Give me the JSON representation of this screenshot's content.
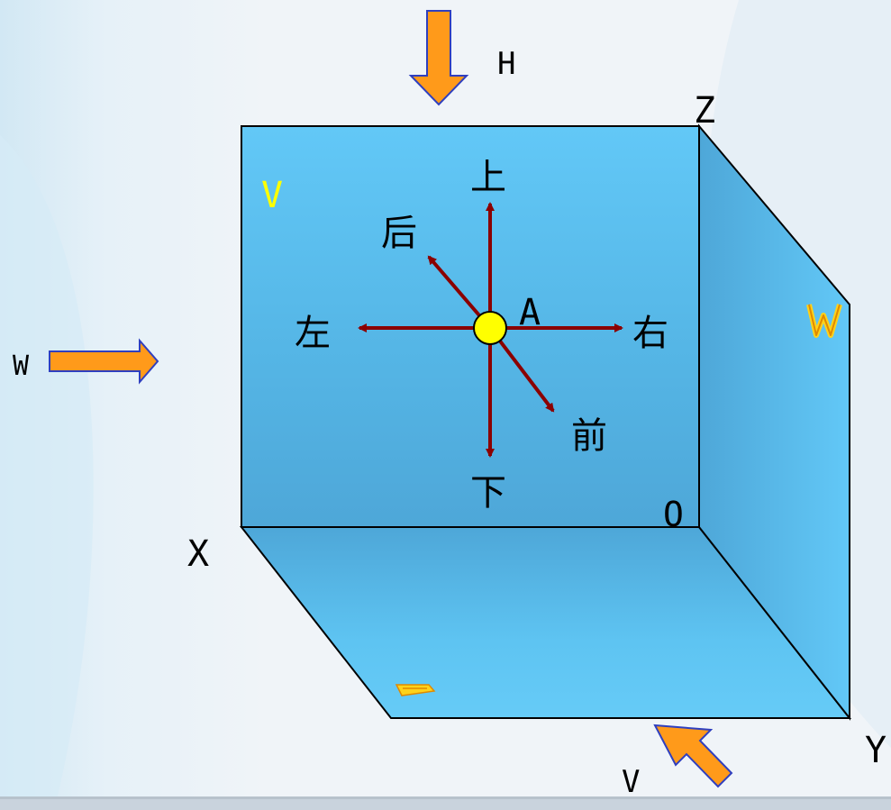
{
  "labels": {
    "arrow_h": "H",
    "arrow_w": "W",
    "arrow_v": "V",
    "axis_x": "X",
    "axis_y": "Y",
    "axis_z": "Z",
    "origin": "O",
    "plane_v": "V",
    "point_a": "A"
  },
  "directions": {
    "up": "上",
    "down": "下",
    "left": "左",
    "right": "右",
    "front": "前",
    "back": "后"
  },
  "colors": {
    "plane_fill": "#5ec4f2",
    "plane_shade": "#4aa6d8",
    "arrow_fill": "#ff9a1a",
    "arrow_outline": "#2f3fbf",
    "direction_arrow": "#8b0000",
    "point_fill": "#ffff00",
    "plane_v_text": "#ffff00",
    "plane_mark": "#ffd21a"
  }
}
